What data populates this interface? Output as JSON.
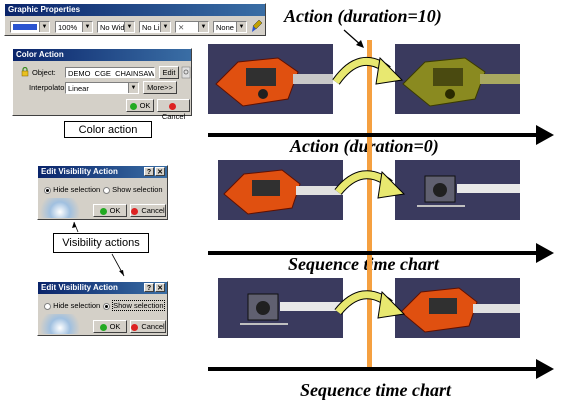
{
  "graphic_properties": {
    "title": "Graphic Properties",
    "opacity": "100%",
    "line_width": "No Widt",
    "line_type": "No Line",
    "point": "None",
    "color_swatch": "#2a54d0"
  },
  "color_action": {
    "title": "Color Action",
    "object_label": "Object:",
    "object_value": "DEMO_CGE_CHAINSAW",
    "edit_label": "Edit",
    "interpolator_label": "Interpolator:",
    "interpolator_value": "Linear",
    "more_label": "More>>",
    "ok_label": "OK",
    "cancel_label": "Cancel",
    "caption": "Color action"
  },
  "visibility_top": {
    "title": "Edit Visibility Action",
    "hide_label": "Hide selection",
    "show_label": "Show selection",
    "selected": "hide",
    "ok_label": "OK",
    "cancel_label": "Cancel"
  },
  "visibility_caption": "Visibility actions",
  "visibility_bottom": {
    "title": "Edit Visibility Action",
    "hide_label": "Hide selection",
    "show_label": "Show selection",
    "selected": "show",
    "ok_label": "OK",
    "cancel_label": "Cancel"
  },
  "headings": {
    "h1": "Action (duration=10)",
    "h2": "Action (duration=0)",
    "h3": "Sequence time chart",
    "h4": "Sequence time chart"
  },
  "colors": {
    "timeline_bar": "#f5a040",
    "panel_bg": "#3a3a5e",
    "saw_orange": "#e05010",
    "saw_olive": "#8a8a20",
    "arrow_fill": "#e8e870"
  }
}
